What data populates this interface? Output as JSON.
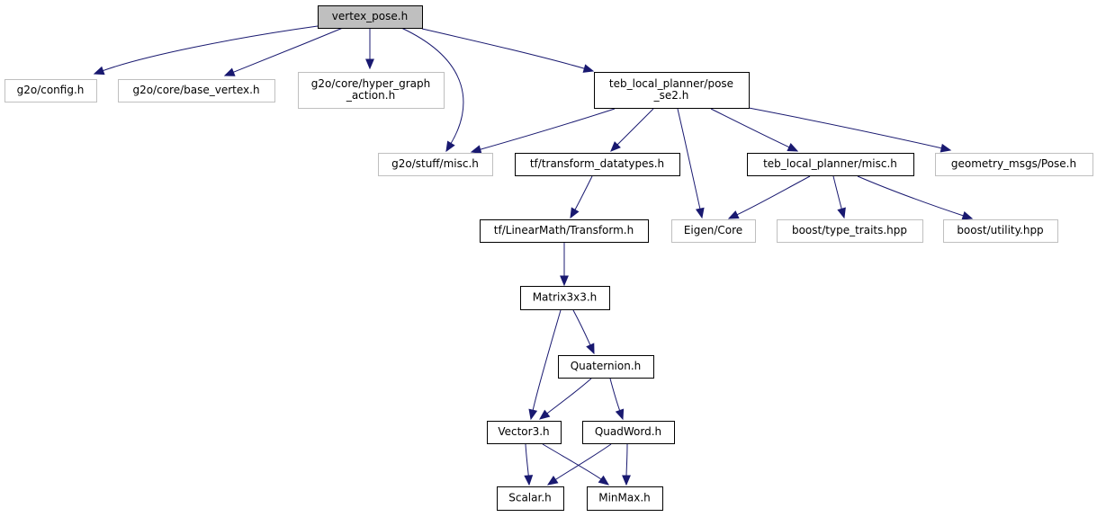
{
  "diagram": {
    "type": "include-dependency-graph",
    "colors": {
      "edge": "#191970",
      "root_fill": "#bfbfbf",
      "root_border": "#000000",
      "documented_border": "#000000",
      "external_border": "#bfbfbf",
      "node_fill": "#ffffff"
    },
    "nodes": [
      {
        "id": "vertex_pose",
        "label": [
          "vertex_pose.h"
        ],
        "kind": "root"
      },
      {
        "id": "g2o_config",
        "label": [
          "g2o/config.h"
        ],
        "kind": "external"
      },
      {
        "id": "g2o_base_vertex",
        "label": [
          "g2o/core/base_vertex.h"
        ],
        "kind": "external"
      },
      {
        "id": "g2o_hyper_graph_action",
        "label": [
          "g2o/core/hyper_graph",
          "_action.h"
        ],
        "kind": "external"
      },
      {
        "id": "teb_pose_se2",
        "label": [
          "teb_local_planner/pose",
          "_se2.h"
        ],
        "kind": "documented"
      },
      {
        "id": "g2o_stuff_misc",
        "label": [
          "g2o/stuff/misc.h"
        ],
        "kind": "external"
      },
      {
        "id": "tf_transform_datatypes",
        "label": [
          "tf/transform_datatypes.h"
        ],
        "kind": "documented"
      },
      {
        "id": "teb_misc",
        "label": [
          "teb_local_planner/misc.h"
        ],
        "kind": "documented"
      },
      {
        "id": "geometry_msgs_pose",
        "label": [
          "geometry_msgs/Pose.h"
        ],
        "kind": "external"
      },
      {
        "id": "tf_linearmath_transform",
        "label": [
          "tf/LinearMath/Transform.h"
        ],
        "kind": "documented"
      },
      {
        "id": "eigen_core",
        "label": [
          "Eigen/Core"
        ],
        "kind": "external"
      },
      {
        "id": "boost_type_traits",
        "label": [
          "boost/type_traits.hpp"
        ],
        "kind": "external"
      },
      {
        "id": "boost_utility",
        "label": [
          "boost/utility.hpp"
        ],
        "kind": "external"
      },
      {
        "id": "matrix3x3",
        "label": [
          "Matrix3x3.h"
        ],
        "kind": "documented"
      },
      {
        "id": "quaternion",
        "label": [
          "Quaternion.h"
        ],
        "kind": "documented"
      },
      {
        "id": "vector3",
        "label": [
          "Vector3.h"
        ],
        "kind": "documented"
      },
      {
        "id": "quadword",
        "label": [
          "QuadWord.h"
        ],
        "kind": "documented"
      },
      {
        "id": "scalar",
        "label": [
          "Scalar.h"
        ],
        "kind": "documented"
      },
      {
        "id": "minmax",
        "label": [
          "MinMax.h"
        ],
        "kind": "documented"
      }
    ],
    "edges": [
      {
        "from": "vertex_pose",
        "to": "g2o_config"
      },
      {
        "from": "vertex_pose",
        "to": "g2o_base_vertex"
      },
      {
        "from": "vertex_pose",
        "to": "g2o_hyper_graph_action"
      },
      {
        "from": "vertex_pose",
        "to": "g2o_stuff_misc"
      },
      {
        "from": "vertex_pose",
        "to": "teb_pose_se2"
      },
      {
        "from": "teb_pose_se2",
        "to": "g2o_stuff_misc"
      },
      {
        "from": "teb_pose_se2",
        "to": "tf_transform_datatypes"
      },
      {
        "from": "teb_pose_se2",
        "to": "eigen_core"
      },
      {
        "from": "teb_pose_se2",
        "to": "teb_misc"
      },
      {
        "from": "teb_pose_se2",
        "to": "geometry_msgs_pose"
      },
      {
        "from": "tf_transform_datatypes",
        "to": "tf_linearmath_transform"
      },
      {
        "from": "teb_misc",
        "to": "eigen_core"
      },
      {
        "from": "teb_misc",
        "to": "boost_type_traits"
      },
      {
        "from": "teb_misc",
        "to": "boost_utility"
      },
      {
        "from": "tf_linearmath_transform",
        "to": "matrix3x3"
      },
      {
        "from": "matrix3x3",
        "to": "vector3"
      },
      {
        "from": "matrix3x3",
        "to": "quaternion"
      },
      {
        "from": "quaternion",
        "to": "vector3"
      },
      {
        "from": "quaternion",
        "to": "quadword"
      },
      {
        "from": "vector3",
        "to": "scalar"
      },
      {
        "from": "vector3",
        "to": "minmax"
      },
      {
        "from": "quadword",
        "to": "scalar"
      },
      {
        "from": "quadword",
        "to": "minmax"
      }
    ]
  }
}
